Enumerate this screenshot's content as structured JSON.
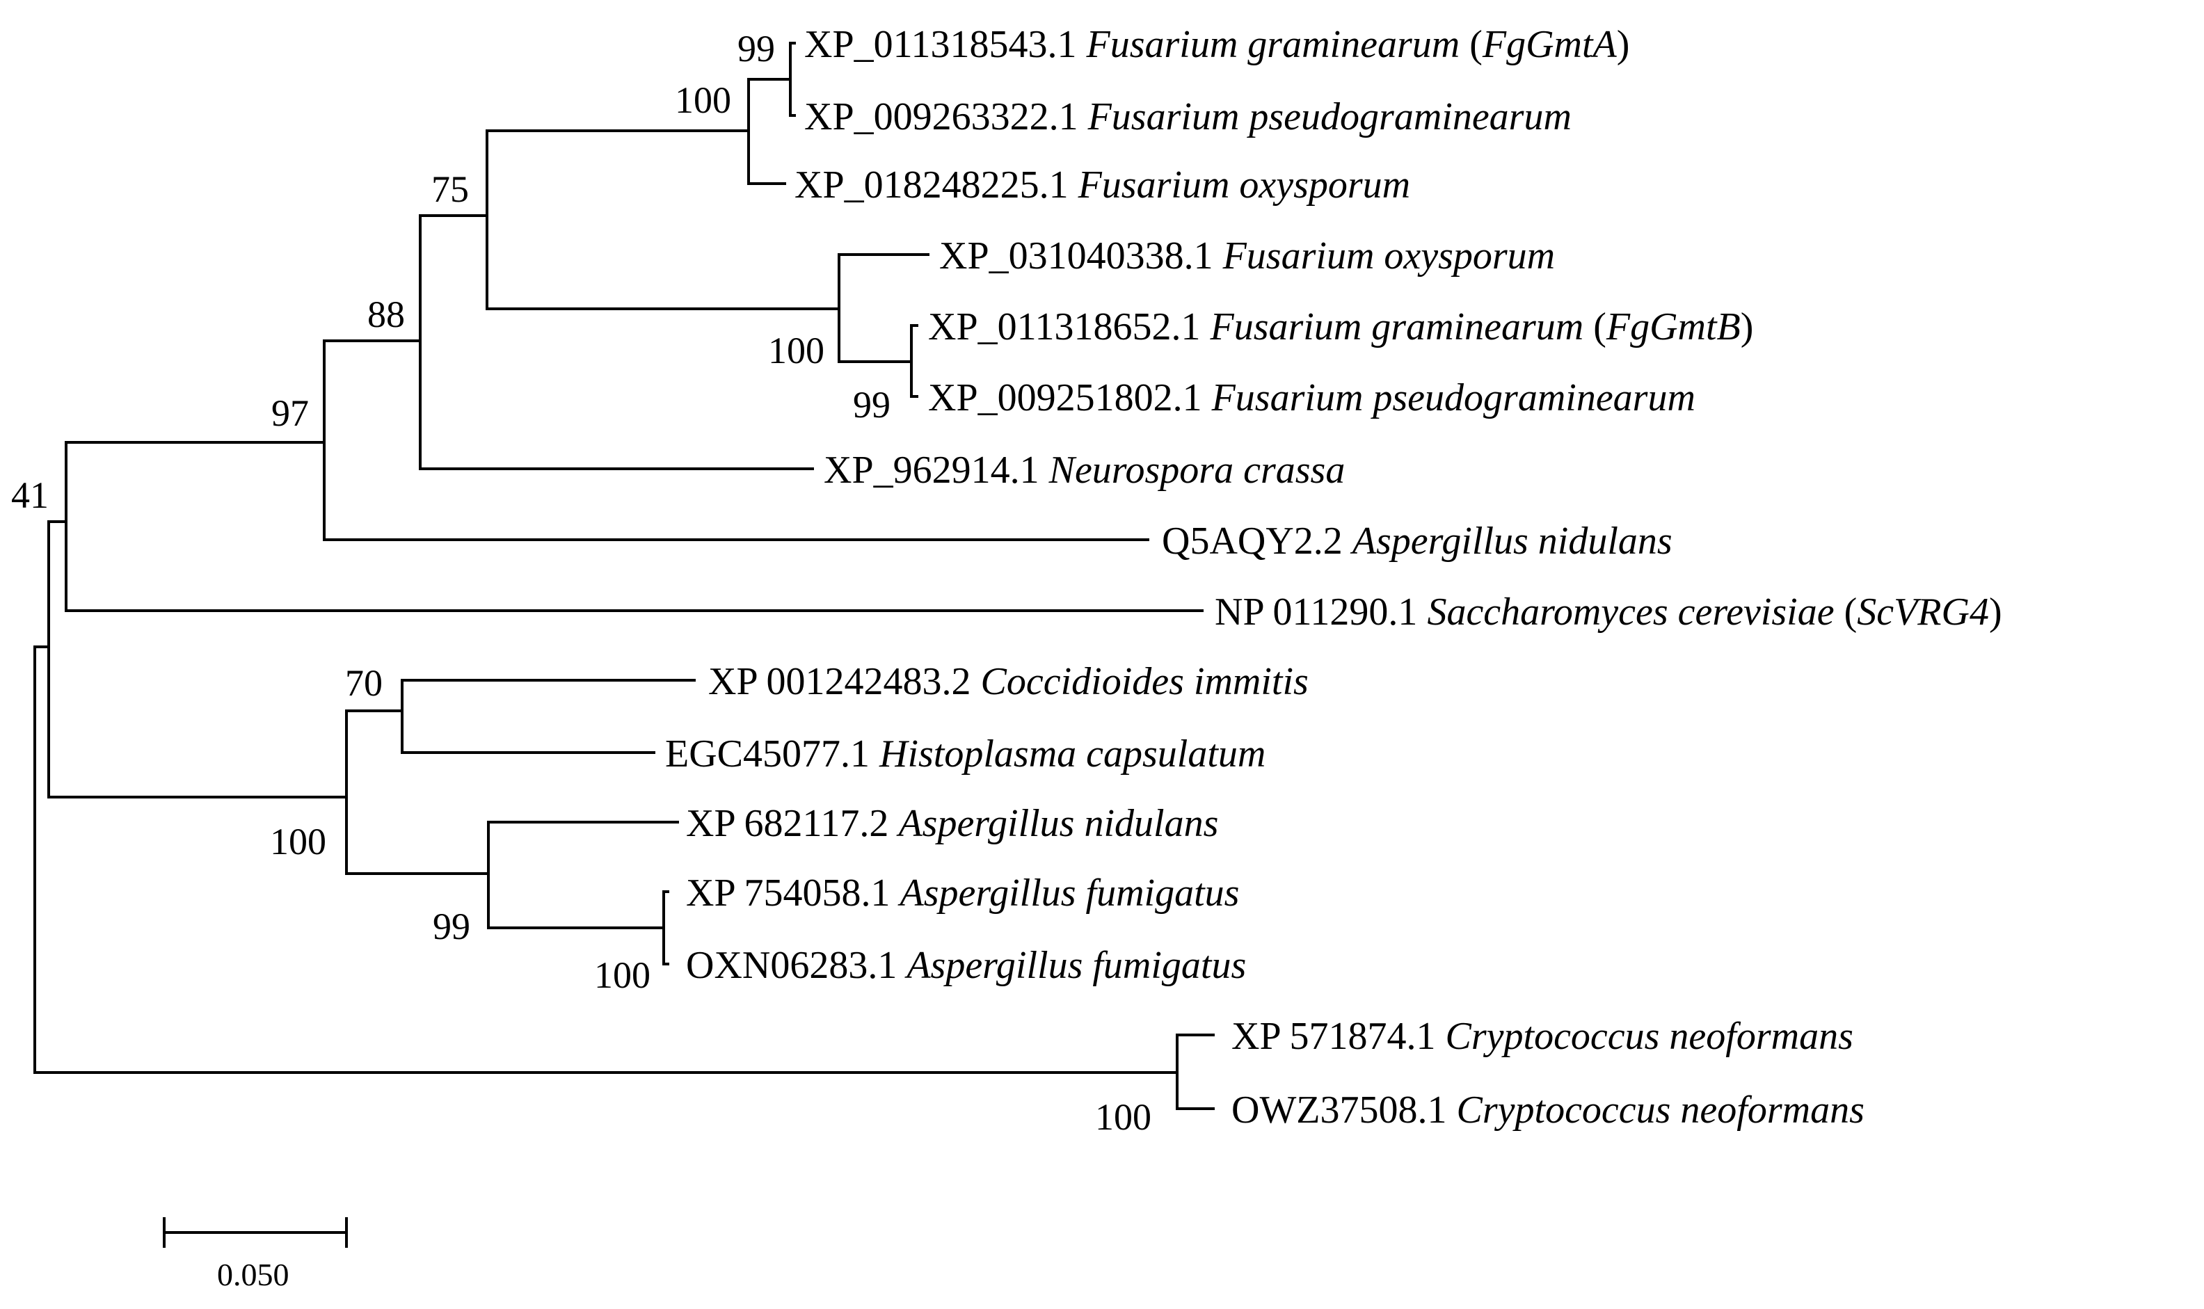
{
  "taxa": [
    {
      "accession": "XP_011318543.1",
      "species": "Fusarium graminearum",
      "gene_open": " (",
      "gene": "FgGmtA",
      "gene_close": ")"
    },
    {
      "accession": "XP_009263322.1",
      "species": "Fusarium pseudograminearum"
    },
    {
      "accession": "XP_018248225.1",
      "species": "Fusarium oxysporum"
    },
    {
      "accession": "XP_031040338.1",
      "species": "Fusarium oxysporum"
    },
    {
      "accession": "XP_011318652.1",
      "species": "Fusarium graminearum",
      "gene_open": " (",
      "gene": "FgGmtB",
      "gene_close": ")"
    },
    {
      "accession": "XP_009251802.1",
      "species": "Fusarium pseudograminearum"
    },
    {
      "accession": "XP_962914.1",
      "species": "Neurospora crassa"
    },
    {
      "accession": "Q5AQY2.2",
      "species": "Aspergillus nidulans"
    },
    {
      "accession": "NP 011290.1",
      "species": "Saccharomyces cerevisiae",
      "gene_open": " (",
      "gene": "ScVRG4",
      "gene_close": ")"
    },
    {
      "accession": "XP 001242483.2",
      "species": "Coccidioides immitis"
    },
    {
      "accession": "EGC45077.1",
      "species": "Histoplasma capsulatum"
    },
    {
      "accession": "XP 682117.2",
      "species": "Aspergillus nidulans"
    },
    {
      "accession": "XP 754058.1",
      "species": "Aspergillus fumigatus"
    },
    {
      "accession": "OXN06283.1",
      "species": "Aspergillus fumigatus"
    },
    {
      "accession": "XP 571874.1",
      "species": "Cryptococcus neoformans"
    },
    {
      "accession": "OWZ37508.1",
      "species": "Cryptococcus neoformans"
    }
  ],
  "bootstrap": [
    "99",
    "100",
    "75",
    "100",
    "99",
    "88",
    "97",
    "41",
    "70",
    "100",
    "99",
    "100",
    "100"
  ],
  "scale_bar": {
    "label": "0.050",
    "value": 0.05
  }
}
